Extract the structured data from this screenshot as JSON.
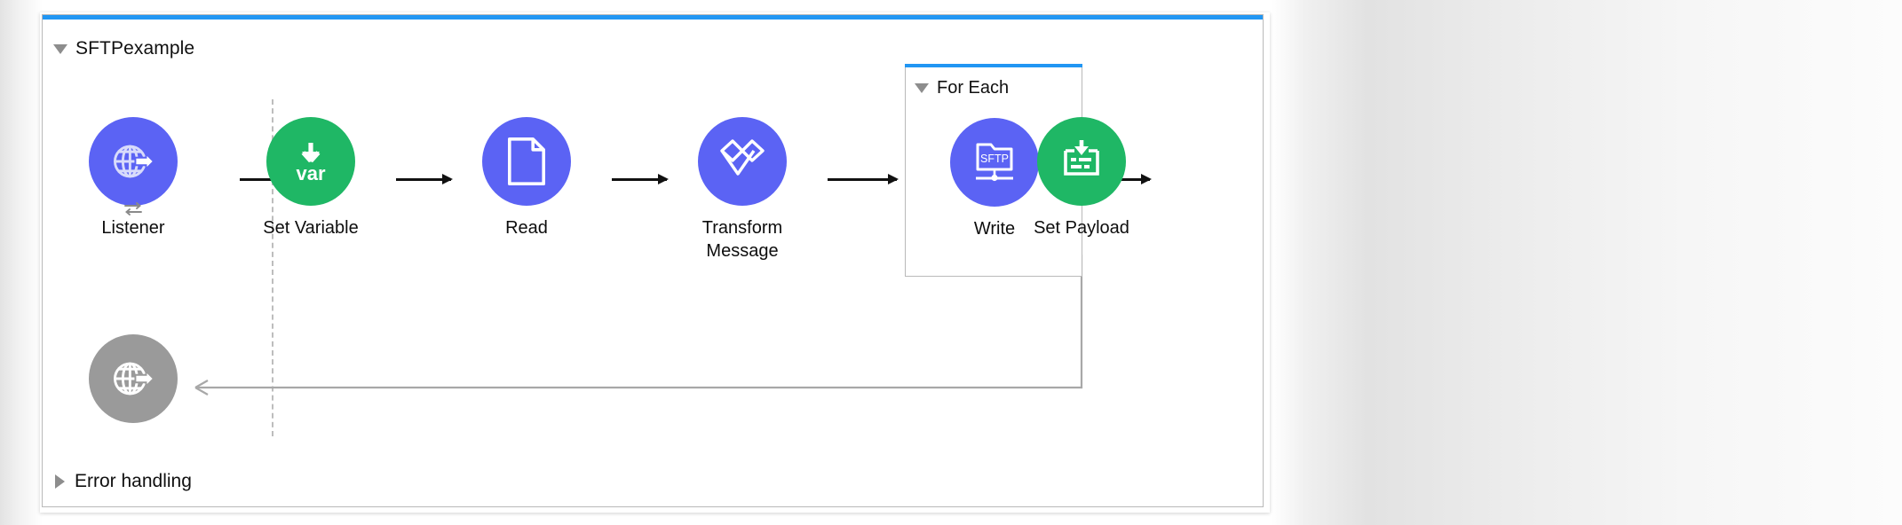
{
  "canvas": {
    "flow": {
      "name": "SFTPexample",
      "expanded": true,
      "accent_color": "#2196f3",
      "collapse_icon": "triangle-down-icon"
    },
    "error_handling": {
      "label": "Error handling",
      "expanded": false,
      "collapse_icon": "triangle-right-icon"
    }
  },
  "nodes": [
    {
      "id": "listener",
      "label": "Listener",
      "icon": "globe-arrow-icon",
      "badge_icon": "exchange-arrows-icon",
      "color": "#5b63f4",
      "shape": "circle"
    },
    {
      "id": "set-variable",
      "label": "Set Variable",
      "icon": "var-down-arrow-icon",
      "icon_text": "var",
      "color": "#1fb765",
      "shape": "circle"
    },
    {
      "id": "read",
      "label": "Read",
      "icon": "document-page-icon",
      "color": "#5b63f4",
      "shape": "circle"
    },
    {
      "id": "transform-message",
      "label": "Transform\nMessage",
      "icon": "dataweave-chevron-icon",
      "color": "#5b63f4",
      "shape": "circle"
    },
    {
      "id": "write",
      "label": "Write",
      "icon": "sftp-folder-network-icon",
      "icon_text": "SFTP",
      "color": "#5b63f4",
      "shape": "circle"
    },
    {
      "id": "set-payload",
      "label": "Set Payload",
      "icon": "payload-inbox-down-arrow-icon",
      "color": "#1fb765",
      "shape": "circle"
    },
    {
      "id": "listener-response",
      "label": "",
      "icon": "globe-arrow-icon",
      "color": "#9a9a9a",
      "shape": "circle"
    }
  ],
  "scopes": [
    {
      "id": "for-each",
      "label": "For Each",
      "accent_color": "#2196f3",
      "collapse_icon": "triangle-down-icon",
      "contains": [
        "write"
      ]
    }
  ],
  "connectors": [
    {
      "from": "listener",
      "to": "set-variable",
      "style": "solid-arrow",
      "color": "#111111"
    },
    {
      "from": "set-variable",
      "to": "read",
      "style": "solid-arrow",
      "color": "#111111"
    },
    {
      "from": "read",
      "to": "transform-message",
      "style": "solid-arrow",
      "color": "#111111"
    },
    {
      "from": "transform-message",
      "to": "for-each",
      "style": "solid-arrow",
      "color": "#111111"
    },
    {
      "from": "for-each",
      "to": "set-payload",
      "style": "solid-arrow",
      "color": "#111111"
    },
    {
      "from": "set-payload",
      "to": "listener-response",
      "style": "gray-return-path",
      "color": "#a8a8a8"
    }
  ]
}
